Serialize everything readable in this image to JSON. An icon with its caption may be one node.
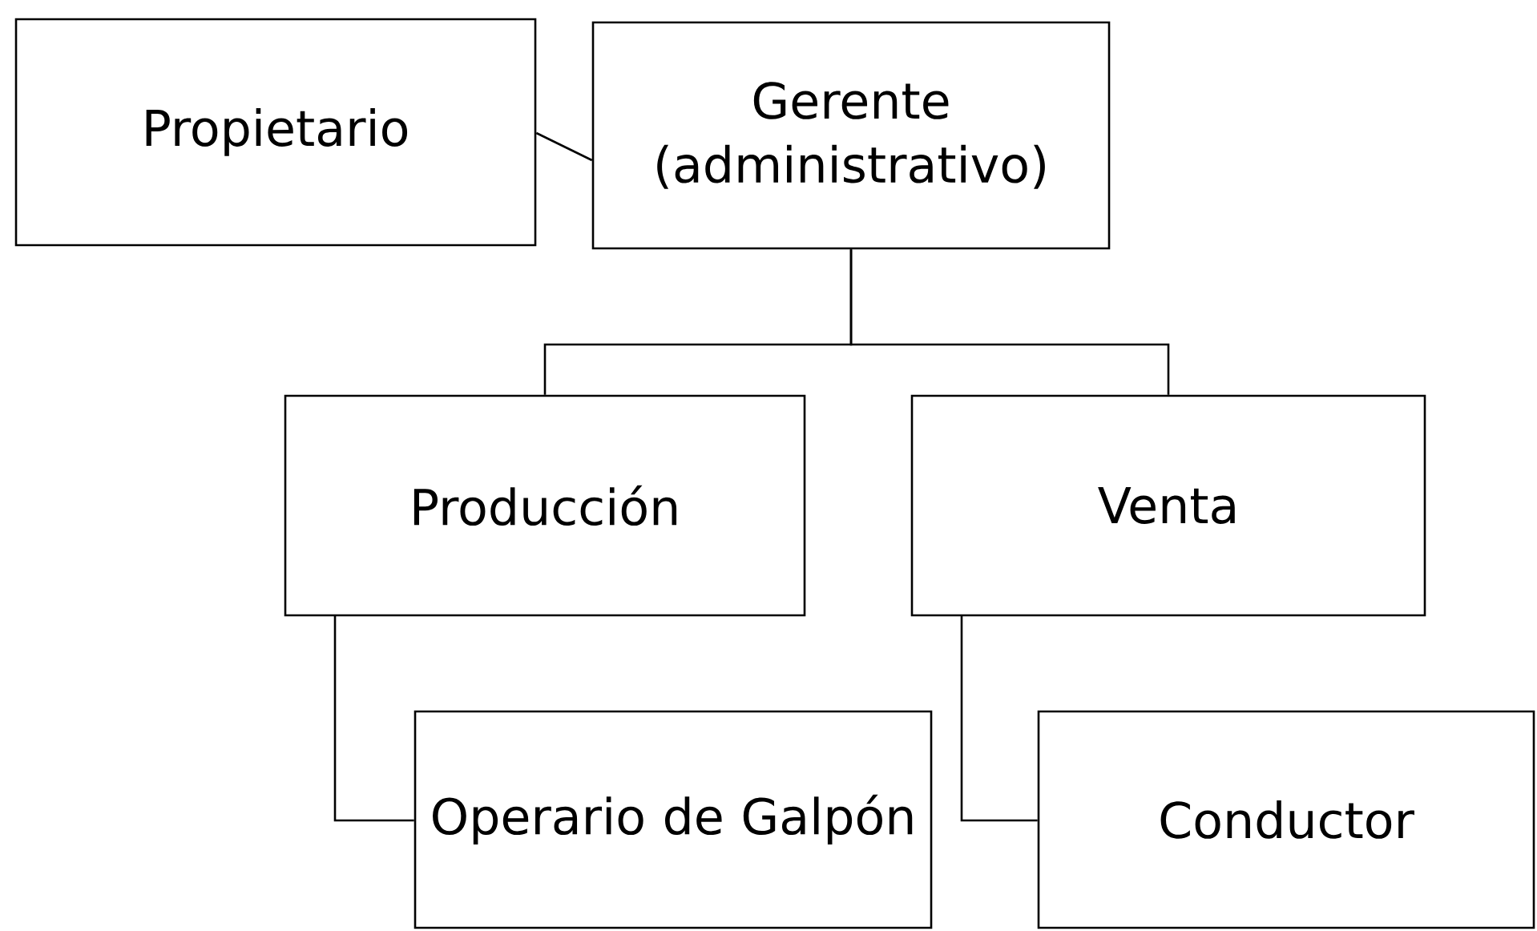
{
  "diagram": {
    "nodes": [
      {
        "text": [
          "Propietario"
        ]
      },
      {
        "text": [
          "Gerente (administrativo)"
        ]
      },
      {
        "text": [
          "Producción"
        ]
      },
      {
        "text": [
          "Venta"
        ]
      },
      {
        "text": [
          "Operario de Galpón"
        ]
      },
      {
        "text": [
          "Conductor"
        ]
      }
    ],
    "edges": [
      {
        "from": 0,
        "to": 1,
        "arrow": "none"
      },
      {
        "from": 1,
        "to": 2,
        "arrow": "none"
      },
      {
        "from": 1,
        "to": 3,
        "arrow": "none"
      },
      {
        "from": 2,
        "to": 4,
        "arrow": "none"
      },
      {
        "from": 3,
        "to": 5,
        "arrow": "none"
      }
    ]
  }
}
